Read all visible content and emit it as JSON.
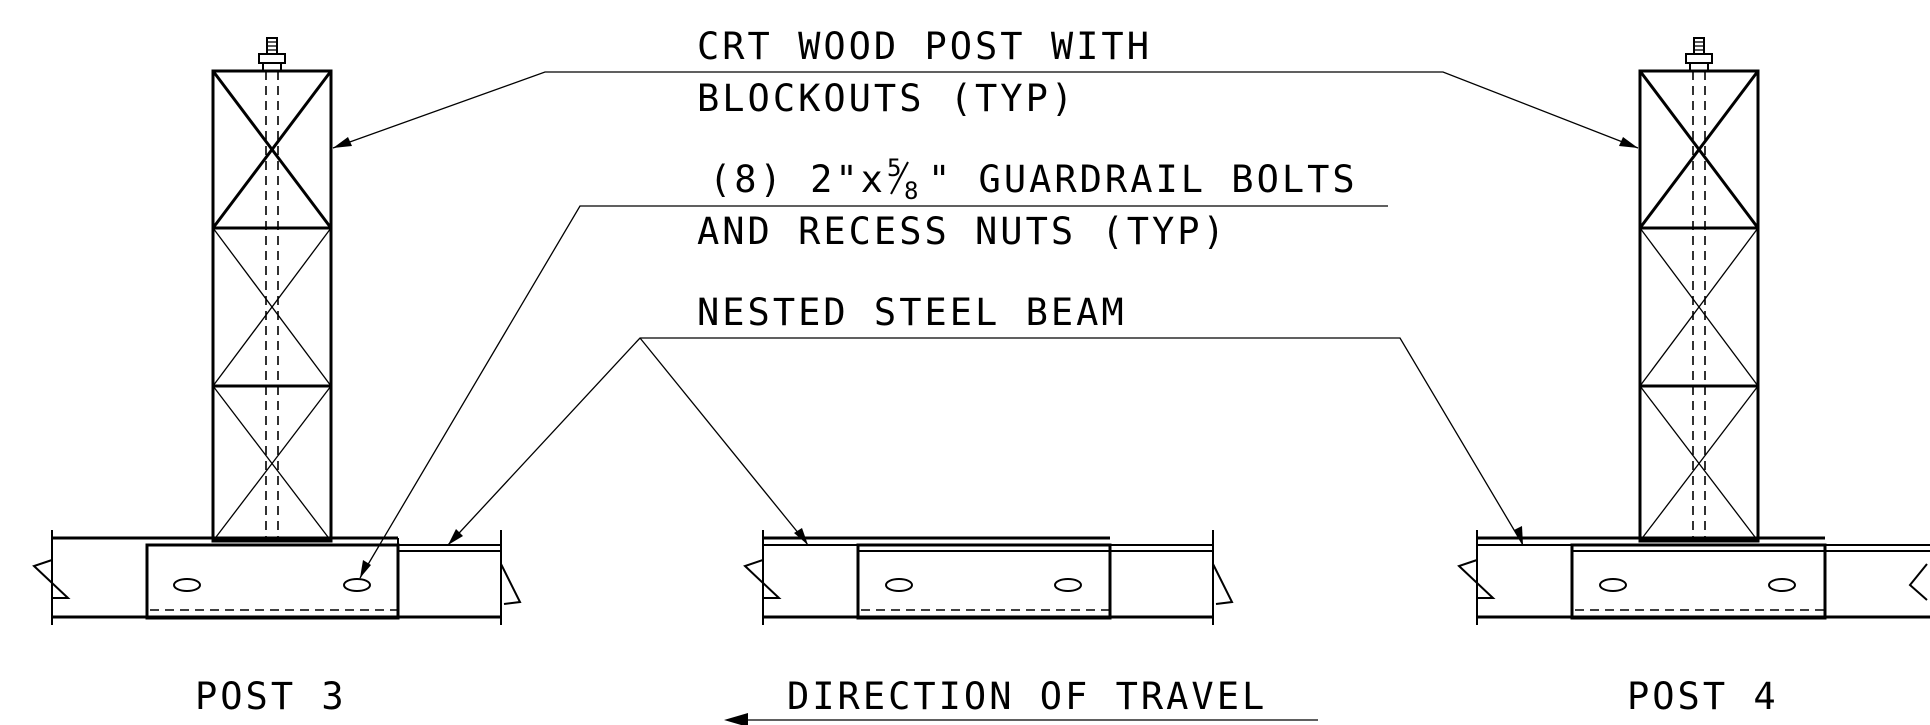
{
  "labels": {
    "post_line1": "CRT WOOD POST WITH",
    "post_line2": "BLOCKOUTS (TYP)",
    "bolts_line1_a": "(8) 2\"x",
    "bolts_frac_num": "5",
    "bolts_frac_den": "8",
    "bolts_line1_b": "\" GUARDRAIL BOLTS",
    "bolts_line2": "AND RECESS NUTS (TYP)",
    "beam": "NESTED STEEL BEAM",
    "post_left": "POST 3",
    "post_right": "POST 4",
    "direction": "DIRECTION OF TRAVEL"
  },
  "colors": {
    "line": "#000000",
    "background": "#ffffff"
  }
}
